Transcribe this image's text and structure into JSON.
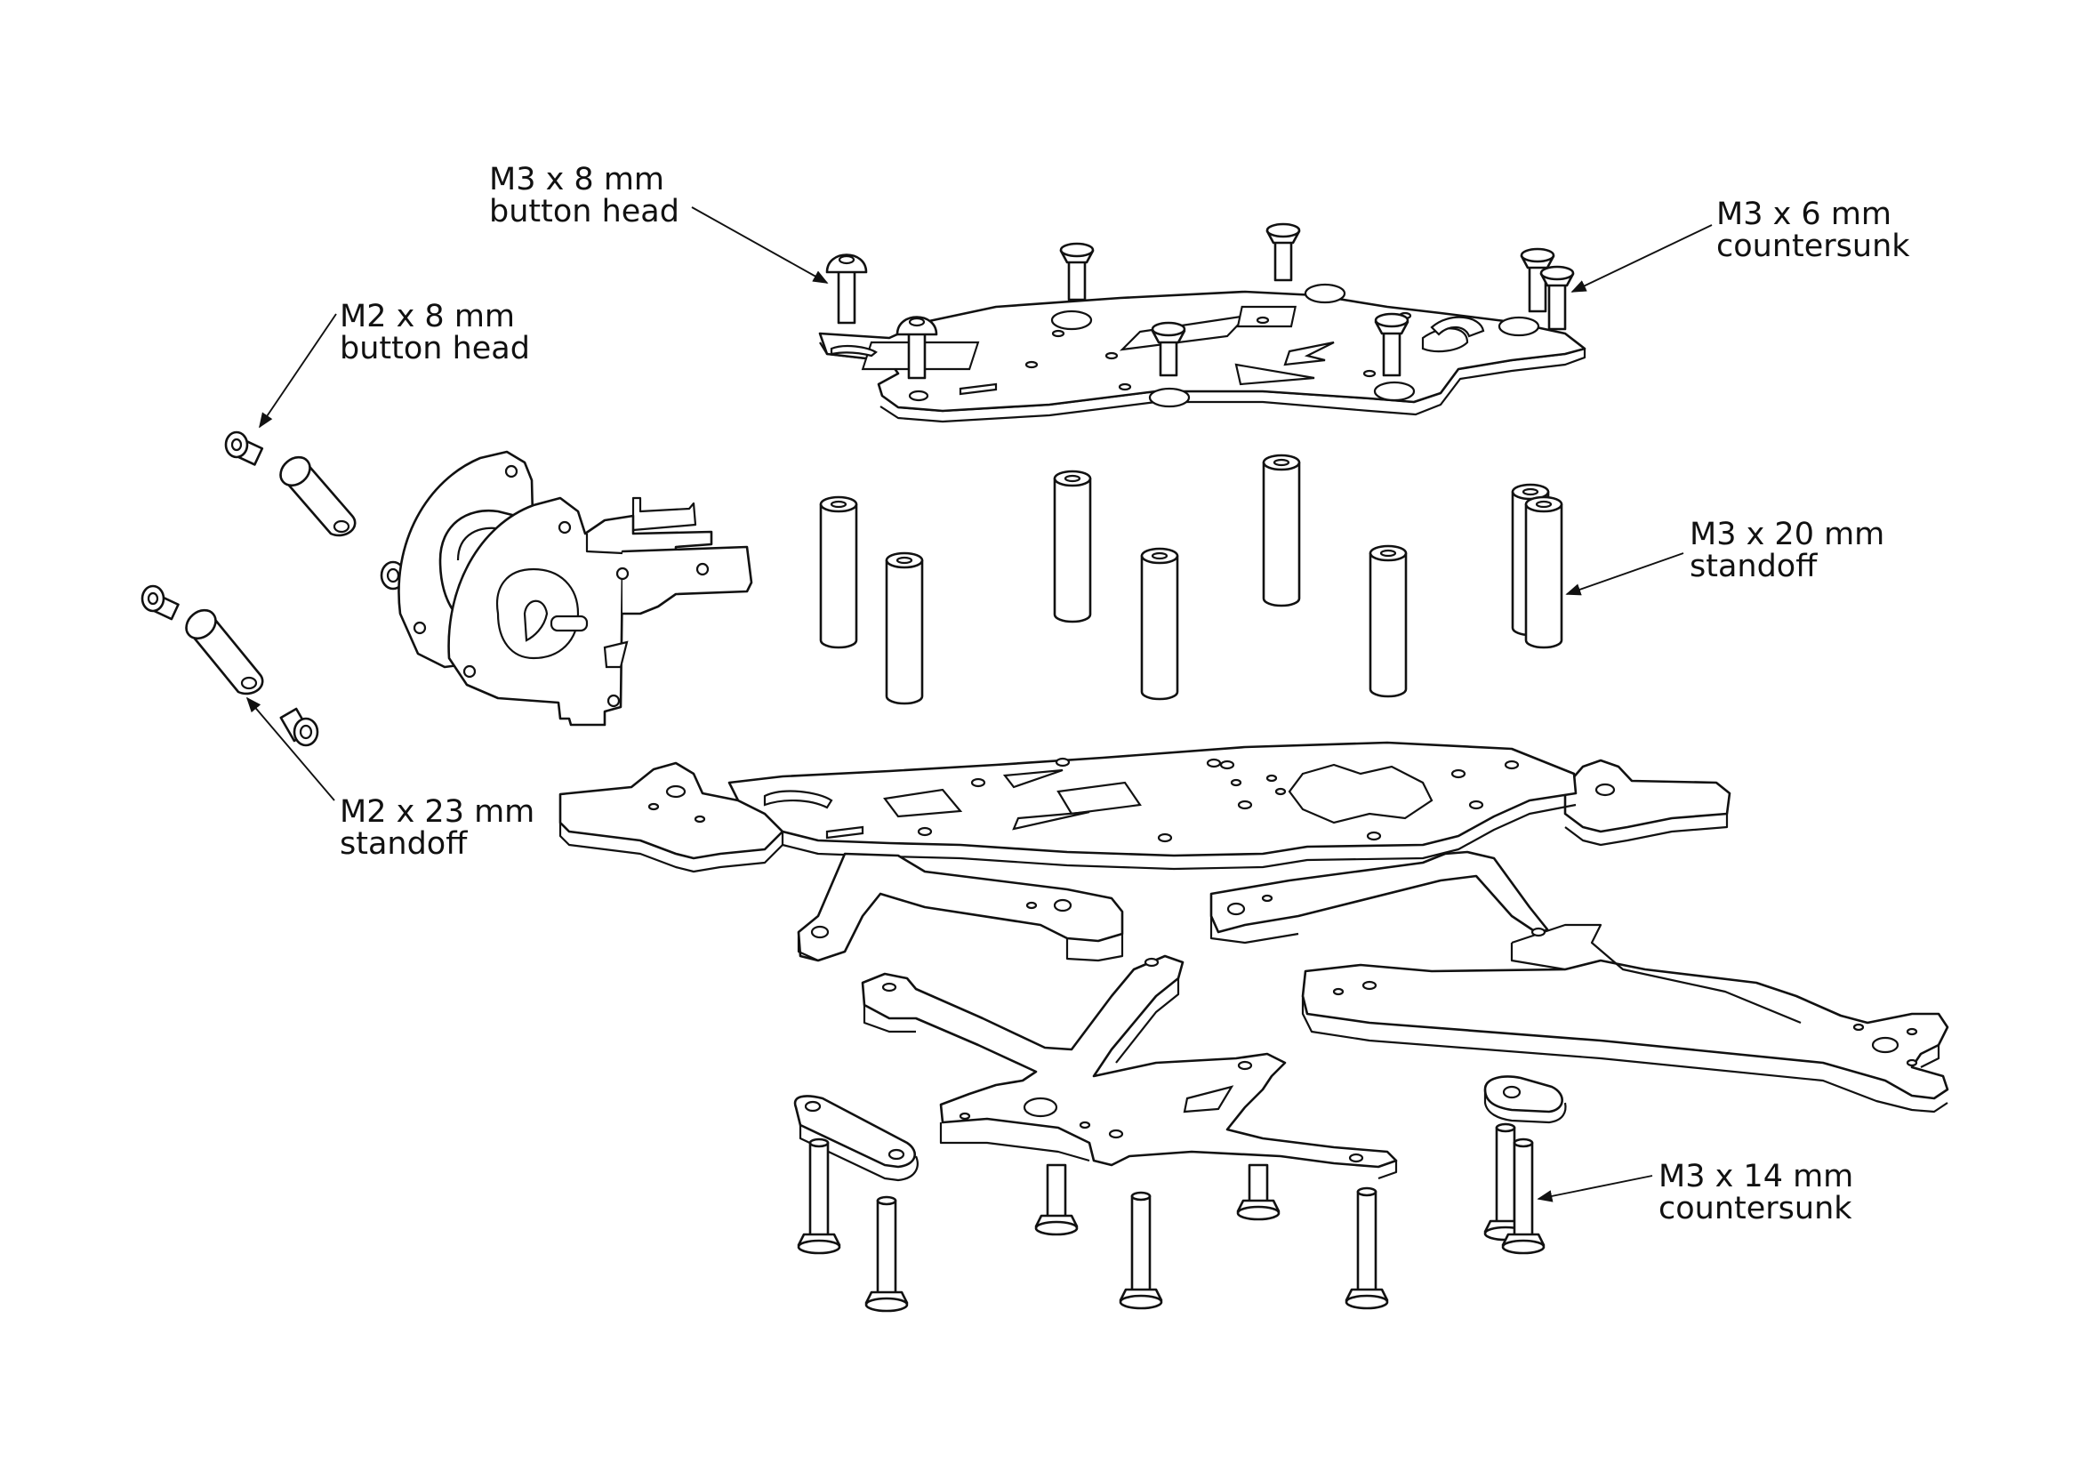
{
  "callouts": [
    {
      "id": "m3-8-button",
      "line1": "M3 x 8 mm",
      "line2": "button head"
    },
    {
      "id": "m3-6-countersunk",
      "line1": "M3 x 6 mm",
      "line2": "countersunk"
    },
    {
      "id": "m2-8-button",
      "line1": "M2 x 8 mm",
      "line2": "button head"
    },
    {
      "id": "m3-20-standoff",
      "line1": "M3 x 20 mm",
      "line2": "standoff"
    },
    {
      "id": "m2-23-standoff",
      "line1": "M2 x 23 mm",
      "line2": "standoff"
    },
    {
      "id": "m3-14-countersunk",
      "line1": "M3 x 14 mm",
      "line2": "countersunk"
    }
  ]
}
